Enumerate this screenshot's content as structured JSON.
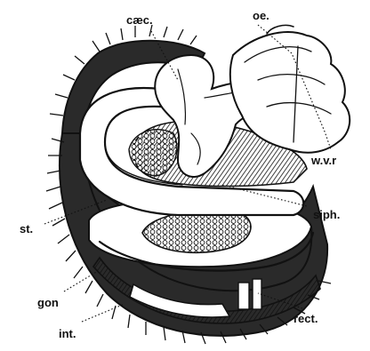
{
  "figure": {
    "labels": {
      "caec": "cæc.",
      "oe": "oe.",
      "wvr": "w.v.r",
      "siph": "siph.",
      "st": "st.",
      "gon": "gon",
      "int": "int.",
      "rect": "rect."
    }
  }
}
